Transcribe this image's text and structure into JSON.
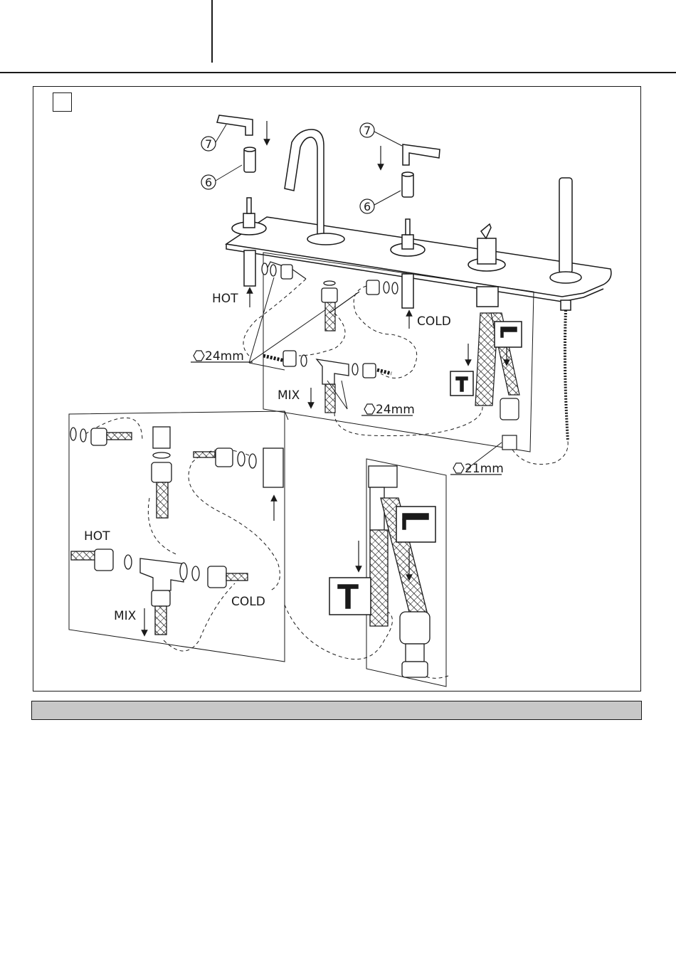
{
  "labels": {
    "hot": "HOT",
    "cold": "COLD",
    "mix": "MIX",
    "hot_detail": "HOT",
    "cold_detail": "COLD",
    "mix_detail": "MIX"
  },
  "parts": {
    "handle_left": "7",
    "handle_right": "7",
    "cap_left": "6",
    "cap_right": "6"
  },
  "wrench_sizes": {
    "hot_nut": "24mm",
    "tee_nut": "24mm",
    "shower_nut": "21mm"
  },
  "footer": {
    "text": ""
  }
}
